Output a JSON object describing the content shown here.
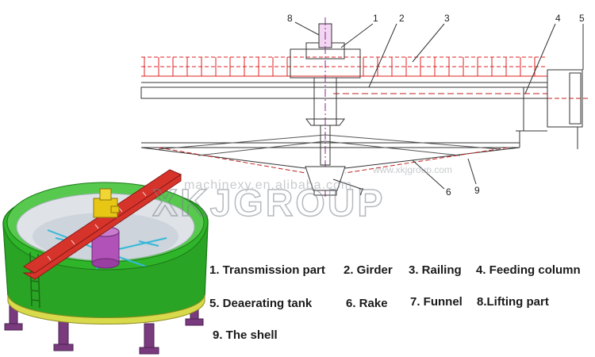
{
  "callouts": [
    "8",
    "1",
    "2",
    "3",
    "4",
    "5",
    "7",
    "6",
    "9"
  ],
  "legend": [
    "1. Transmission part",
    "2. Girder",
    "3. Railing",
    "4. Feeding column",
    "5. Deaerating tank",
    "6. Rake",
    "7. Funnel",
    "8.Lifting part",
    "9. The shell"
  ],
  "watermark": {
    "url": "machinexy.en.alibaba.com",
    "url2": "www.xkjgroup.com",
    "brand": "XKJGROUP"
  },
  "colors": {
    "shell_green": "#2fb52a",
    "girder_red": "#d6342b",
    "leg_purple": "#7a3b7e",
    "tank_magenta": "#b052b8",
    "drive_yellow": "#e8c614",
    "rail_red": "#e02020",
    "line_dark": "#333333"
  }
}
